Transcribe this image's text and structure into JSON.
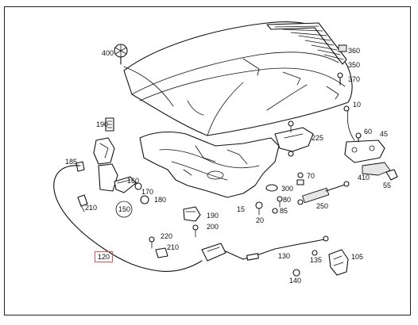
{
  "labels": {
    "p400": "400",
    "p360": "360",
    "p350": "350",
    "p370": "370",
    "p10": "10",
    "p190a": "190",
    "p60": "60",
    "p45": "45",
    "p225": "225",
    "p185": "185",
    "p170": "170",
    "p160": "160",
    "p180": "180",
    "p210a": "210",
    "p150": "150",
    "p70": "70",
    "p300": "300",
    "p80": "80",
    "p20": "20",
    "p85": "85",
    "p15": "15",
    "p250": "250",
    "p410": "410",
    "p55": "55",
    "p190b": "190",
    "p200": "200",
    "p220": "220",
    "p210b": "210",
    "p130": "130",
    "p135": "135",
    "p105": "105",
    "p140": "140",
    "p120": "120"
  }
}
